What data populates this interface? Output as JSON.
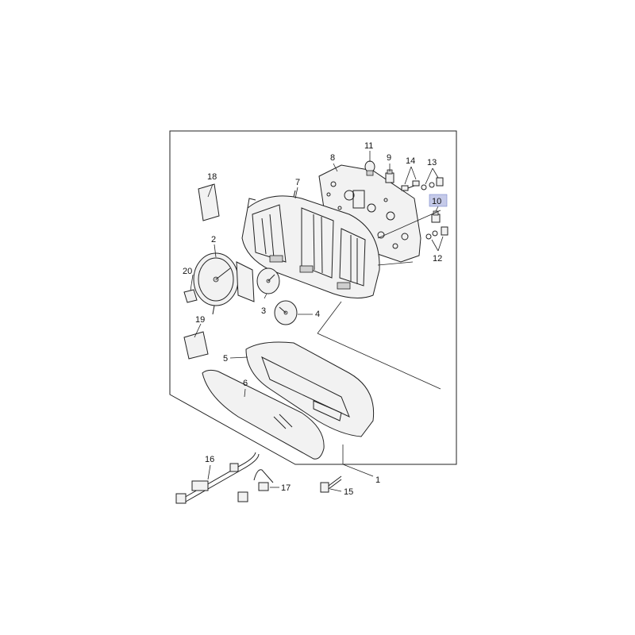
{
  "diagram": {
    "highlight_color": "#c5cae9",
    "labels": {
      "p1": "1",
      "p2": "2",
      "p3": "3",
      "p4": "4",
      "p5": "5",
      "p6": "6",
      "p7": "7",
      "p8": "8",
      "p9": "9",
      "p10": "10",
      "p11": "11",
      "p12": "12",
      "p13": "13",
      "p14": "14",
      "p15": "15",
      "p16": "16",
      "p17": "17",
      "p18": "18",
      "p19": "19",
      "p20": "20"
    },
    "highlighted_part": "10"
  }
}
